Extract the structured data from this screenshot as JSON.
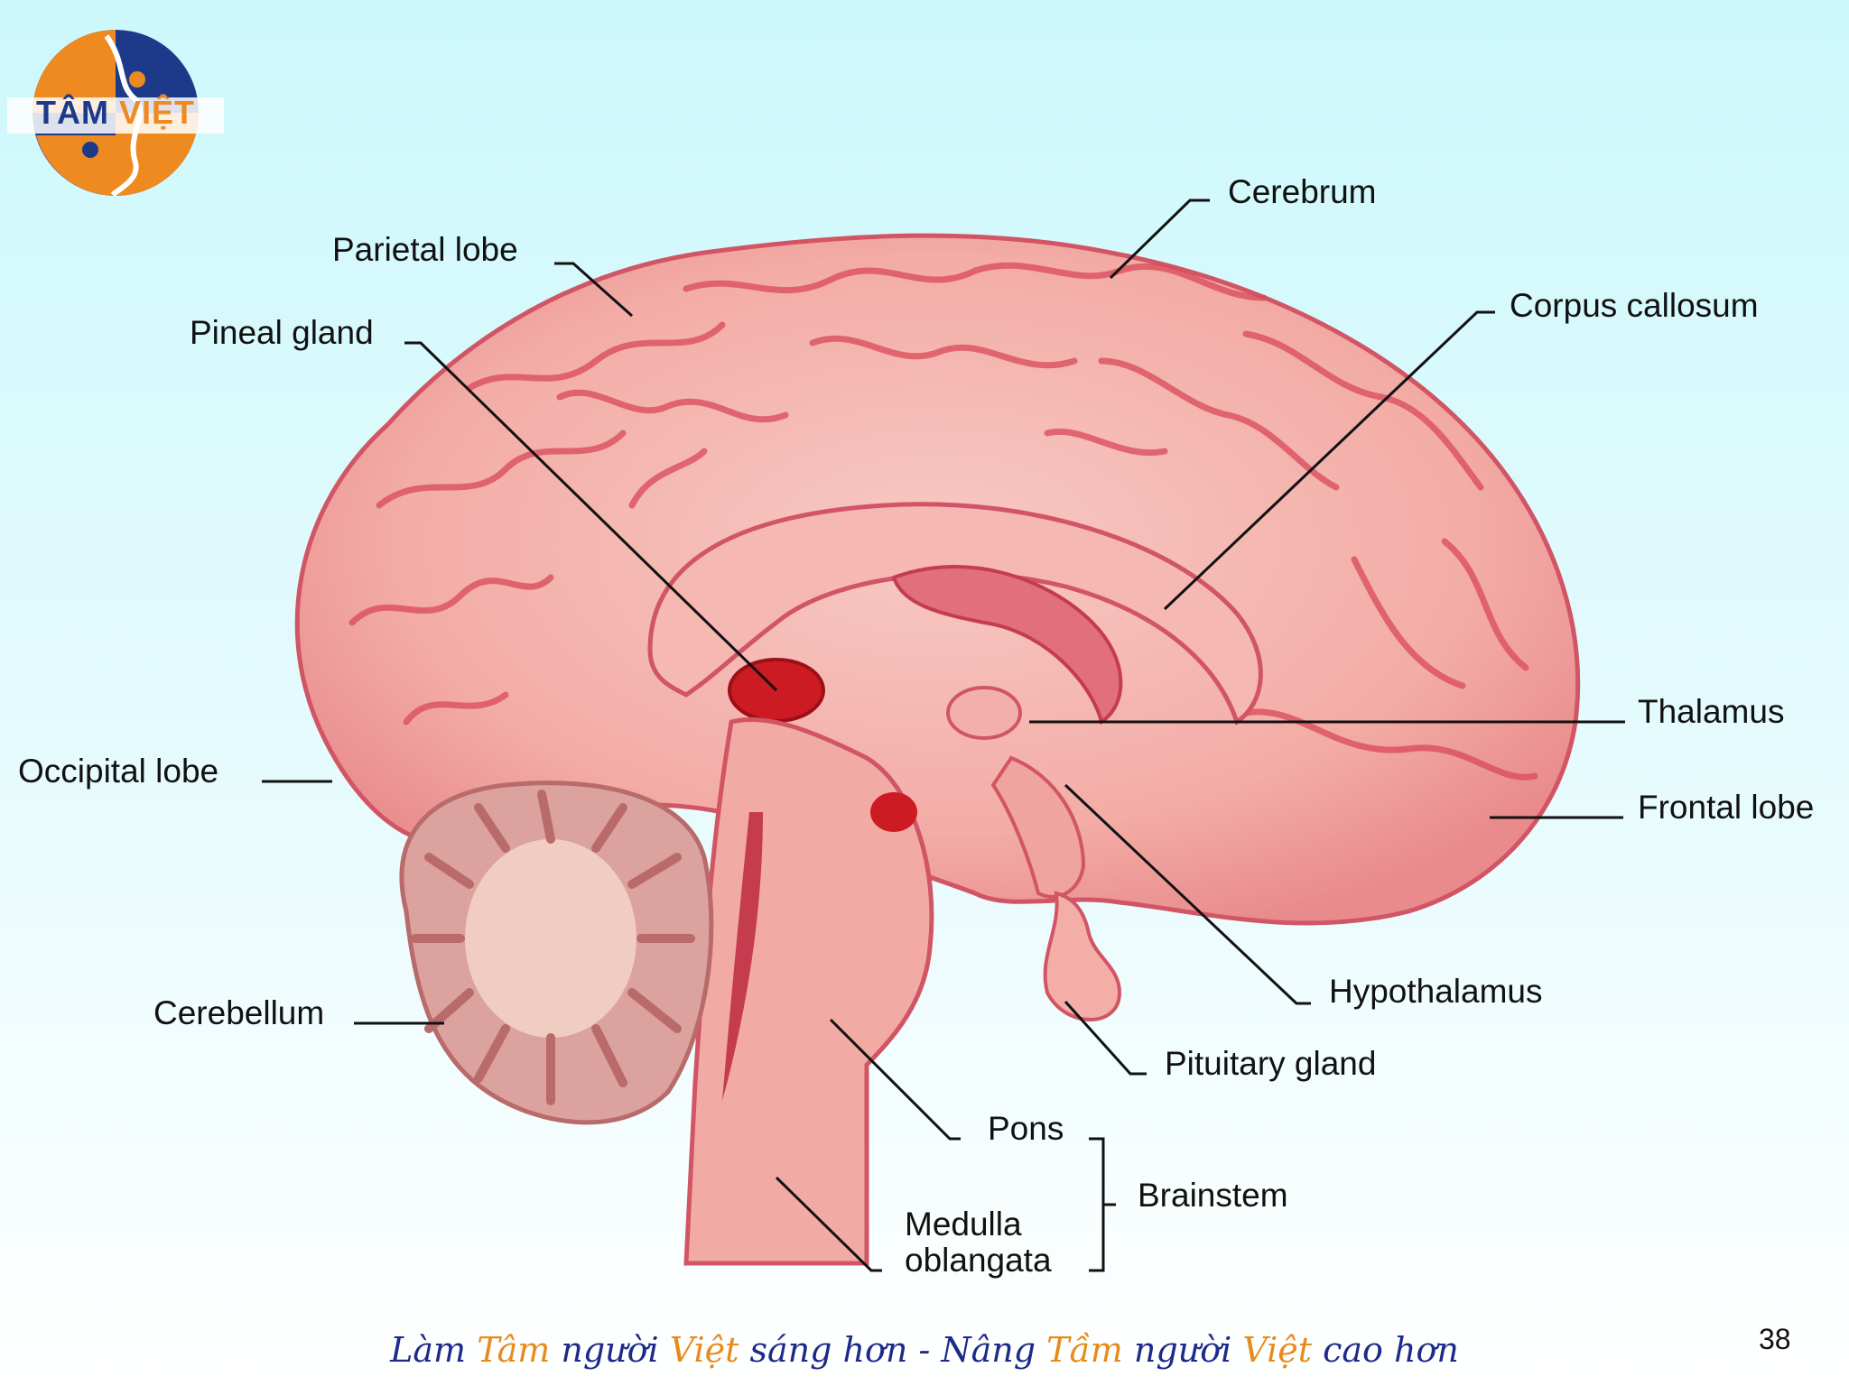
{
  "logo": {
    "word1": "TÂM",
    "word2": "VIỆT",
    "blue": "#1d3a8a",
    "orange": "#ef8a21"
  },
  "labels": {
    "cerebrum": "Cerebrum",
    "parietal_lobe": "Parietal lobe",
    "corpus_callosum": "Corpus callosum",
    "pineal_gland": "Pineal gland",
    "thalamus": "Thalamus",
    "occipital_lobe": "Occipital lobe",
    "frontal_lobe": "Frontal lobe",
    "hypothalamus": "Hypothalamus",
    "cerebellum": "Cerebellum",
    "pituitary_gland": "Pituitary gland",
    "pons": "Pons",
    "brainstem": "Brainstem",
    "medulla_line1": "Medulla",
    "medulla_line2": "oblangata"
  },
  "footer": {
    "p1": "Làm ",
    "p2": "Tâm",
    "p3": " người ",
    "p4": "Việt",
    "p5": " sáng hơn - Nâng ",
    "p6": "Tầm",
    "p7": " người ",
    "p8": "Việt",
    "p9": " cao hơn"
  },
  "page_number": "38",
  "colors": {
    "brain": "#f2a8a4",
    "brain_dark": "#d9495a",
    "pineal": "#cc1b22",
    "footer_text": "#1d2a8a",
    "footer_accent": "#e98a1c"
  }
}
